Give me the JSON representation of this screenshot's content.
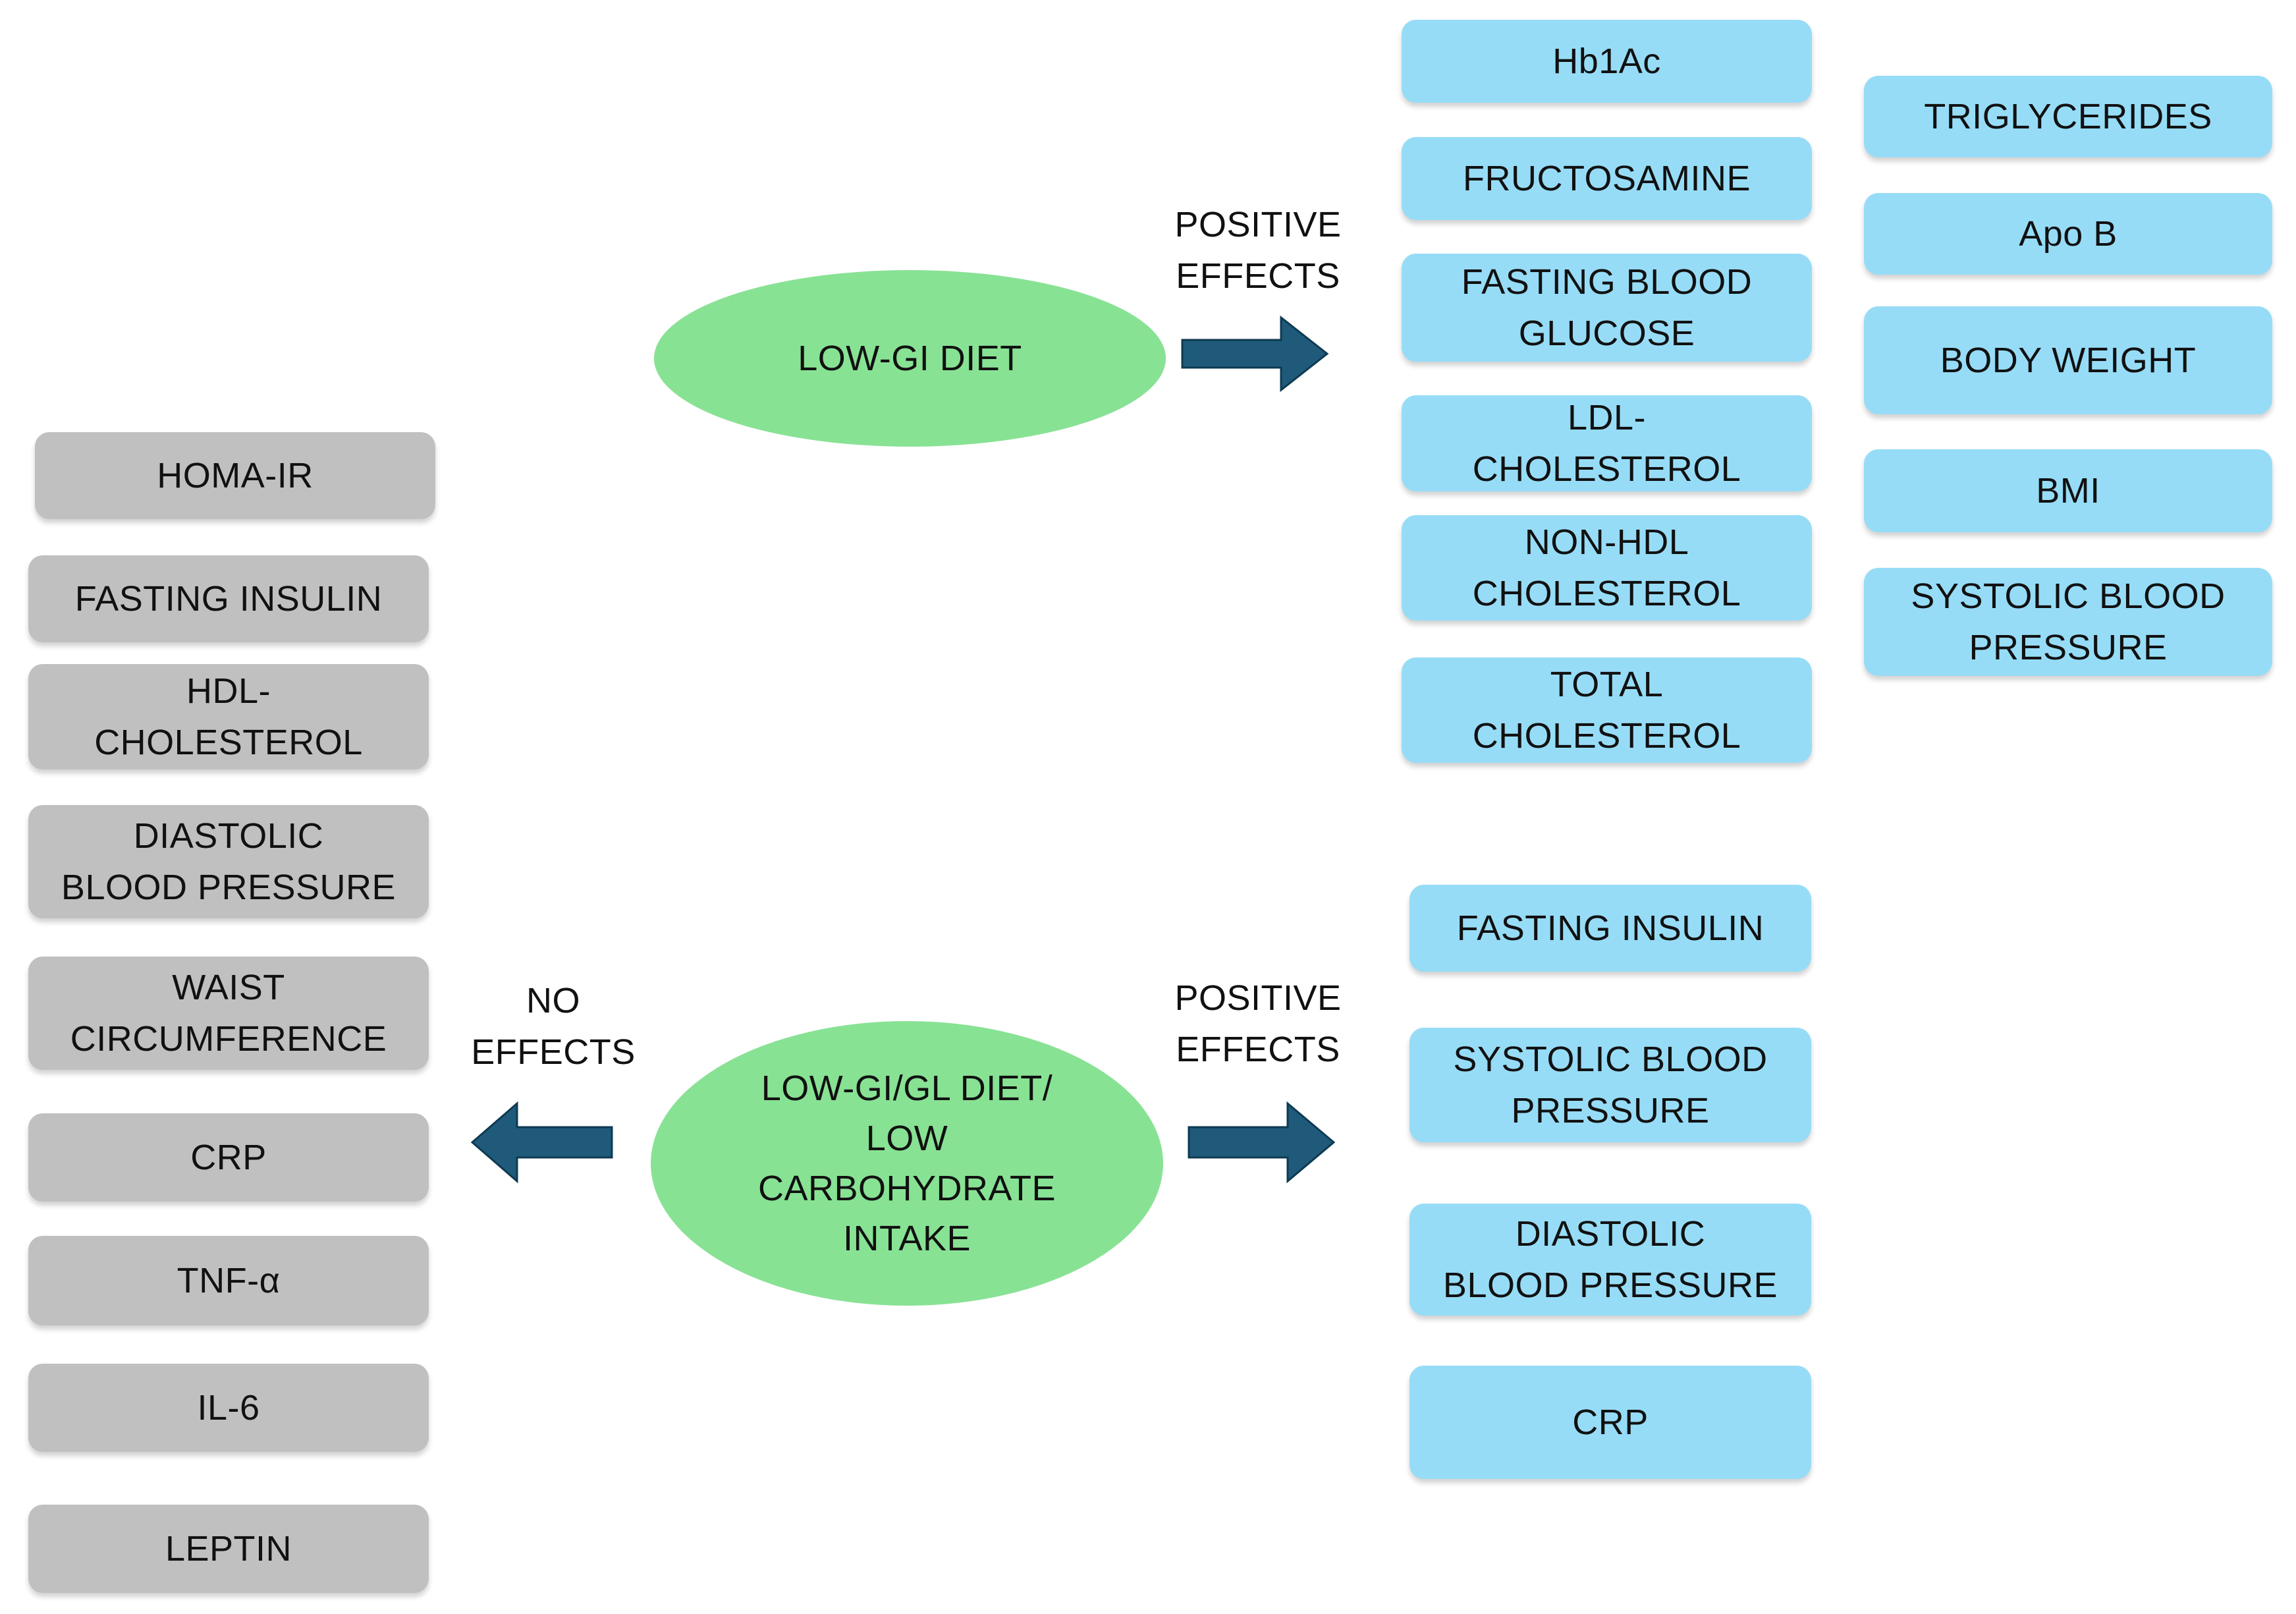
{
  "diets": {
    "low_gi": "LOW-GI DIET",
    "low_gi_gl": "LOW-GI/GL DIET/\nLOW\nCARBOHYDRATE\nINTAKE"
  },
  "labels": {
    "positive_effects_top": "POSITIVE\nEFFECTS",
    "positive_effects_bottom": "POSITIVE\nEFFECTS",
    "no_effects": "NO\nEFFECTS"
  },
  "low_gi_positive": {
    "col1": [
      "Hb1Ac",
      "FRUCTOSAMINE",
      "FASTING BLOOD\nGLUCOSE",
      "LDL-\nCHOLESTEROL",
      "NON-HDL\nCHOLESTEROL",
      "TOTAL\nCHOLESTEROL"
    ],
    "col2": [
      "TRIGLYCERIDES",
      "Apo B",
      "BODY WEIGHT",
      "BMI",
      "SYSTOLIC BLOOD\nPRESSURE"
    ]
  },
  "low_gi_gl_positive": [
    "FASTING INSULIN",
    "SYSTOLIC BLOOD\nPRESSURE",
    "DIASTOLIC\nBLOOD PRESSURE",
    "CRP"
  ],
  "no_effects_list": [
    "HOMA-IR",
    "FASTING INSULIN",
    "HDL-\nCHOLESTEROL",
    "DIASTOLIC\nBLOOD PRESSURE",
    "WAIST\nCIRCUMFERENCE",
    "CRP",
    "TNF-α",
    "IL-6",
    "LEPTIN"
  ],
  "colors": {
    "positive_box": "#97DCF7",
    "no_effect_box": "#C0C0C0",
    "diet_oval": "#88E294",
    "arrow": "#1F5A7A"
  },
  "icons": {
    "arrow_right": "arrow-right-icon",
    "arrow_left": "arrow-left-icon"
  }
}
